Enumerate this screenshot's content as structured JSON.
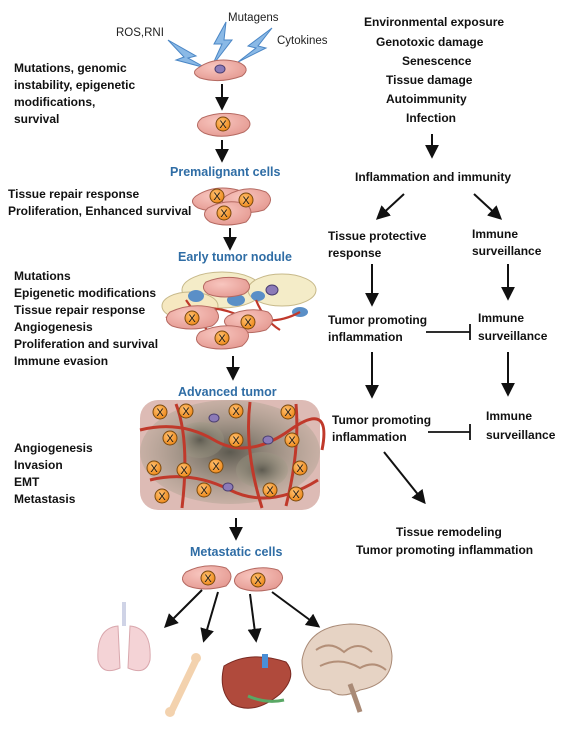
{
  "colors": {
    "stage_label": "#2f6da5",
    "cell_fill": "#f0a8a0",
    "cell_stroke": "#b05a55",
    "nucleus_fill": "#f39a2e",
    "vessel": "#c0392b",
    "lightning": "#6fa8dc",
    "text": "#111111"
  },
  "stimuli": {
    "ros_rni": "ROS,RNI",
    "mutagens": "Mutagens",
    "cytokines": "Cytokines"
  },
  "nucleus_mark": "X",
  "stages": {
    "premalignant": "Premalignant cells",
    "early_nodule": "Early tumor nodule",
    "advanced": "Advanced tumor",
    "metastatic": "Metastatic cells"
  },
  "left_notes": {
    "initiation": [
      "Mutations, genomic",
      "instability, epigenetic",
      "modifications,",
      "survival"
    ],
    "premalignant": [
      "Tissue repair response",
      "Proliferation, Enhanced survival"
    ],
    "early": [
      "Mutations",
      "Epigenetic modifications",
      "Tissue repair response",
      "Angiogenesis",
      "Proliferation and survival",
      "Immune evasion"
    ],
    "advanced": [
      "Angiogenesis",
      "Invasion",
      "EMT",
      "Metastasis"
    ]
  },
  "right_flow": {
    "causes": [
      "Environmental exposure",
      "Genotoxic damage",
      "Senescence",
      "Tissue damage",
      "Autoimmunity",
      "Infection"
    ],
    "inflammation_immunity": "Inflammation and immunity",
    "tissue_protective": [
      "Tissue protective",
      "response"
    ],
    "immune_surveillance_1": [
      "Immune",
      "surveillance"
    ],
    "tumor_promoting_1": [
      "Tumor promoting",
      "inflammation"
    ],
    "immune_surveillance_2": [
      "Immune",
      "surveillance"
    ],
    "tumor_promoting_2": [
      "Tumor promoting",
      "inflammation"
    ],
    "immune_surveillance_3": [
      "Immune",
      "surveillance"
    ],
    "outcome": [
      "Tissue remodeling",
      "Tumor promoting inflammation"
    ]
  },
  "organ_icons": [
    "lungs-icon",
    "bone-icon",
    "liver-icon",
    "brain-icon"
  ]
}
